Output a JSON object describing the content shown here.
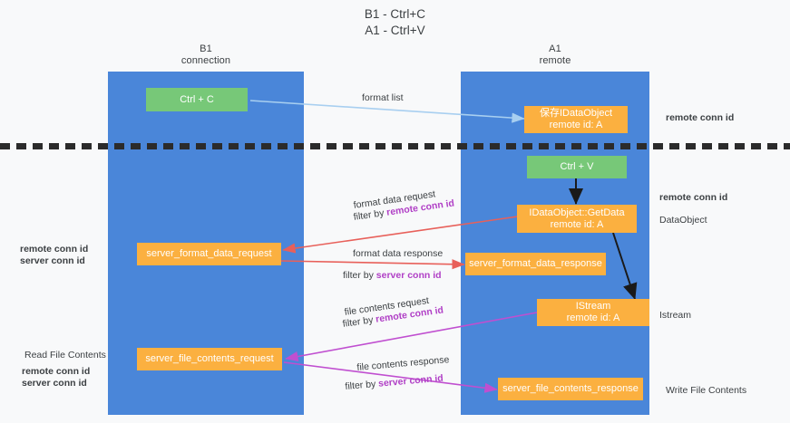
{
  "title": {
    "line1": "B1 - Ctrl+C",
    "line2": "A1 - Ctrl+V"
  },
  "lanes": [
    {
      "name": "B1",
      "sub": "connection"
    },
    {
      "name": "A1",
      "sub": "remote"
    }
  ],
  "nodes": {
    "ctrl_c": {
      "line1": "Ctrl + C",
      "line2": ""
    },
    "save_idataobject": {
      "line1": "保存IDataObject",
      "line2": "remote id: A"
    },
    "ctrl_v": {
      "line1": "Ctrl + V",
      "line2": ""
    },
    "getdata": {
      "line1": "IDataObject::GetData",
      "line2": "remote id: A"
    },
    "server_format_data_request": {
      "line1": "server_format_data_request",
      "line2": ""
    },
    "server_format_data_response": {
      "line1": "server_format_data_response",
      "line2": ""
    },
    "istream": {
      "line1": "IStream",
      "line2": "remote id: A"
    },
    "server_file_contents_request": {
      "line1": "server_file_contents_request",
      "line2": ""
    },
    "server_file_contents_response": {
      "line1": "server_file_contents_response",
      "line2": ""
    }
  },
  "edge_labels": {
    "format_list": "format list",
    "format_data_request": "format data request",
    "format_data_request_filter_pre": "filter by ",
    "format_data_request_filter_kw": "remote conn id",
    "format_data_response": "format data response",
    "format_data_response_filter_pre": "filter by ",
    "format_data_response_filter_kw": "server conn id",
    "file_contents_request": "file contents request",
    "file_contents_request_filter_pre": "filter by ",
    "file_contents_request_filter_kw": "remote conn id",
    "file_contents_response": "file contents response",
    "file_contents_response_filter_pre": "filter by ",
    "file_contents_response_filter_kw": "server conn id"
  },
  "annotations": {
    "right_remote_conn_id_top": "remote conn id",
    "right_remote_conn_id_mid": "remote conn id",
    "right_dataobject": "DataObject",
    "right_istream": "Istream",
    "right_write_file_contents": "Write File Contents",
    "left_remote_conn_id_1": "remote conn id",
    "left_server_conn_id_1": "server conn id",
    "left_read_file_contents": "Read File Contents",
    "left_remote_conn_id_2": "remote conn id",
    "left_server_conn_id_2": "server conn id"
  },
  "colors": {
    "lane": "#4a86d9",
    "green_node": "#77c878",
    "orange_node": "#fbb040",
    "text": "#3c4043",
    "purple": "#b03fc6",
    "green_text": "#57bb63",
    "arrow_blue": "#a8cff0",
    "arrow_red": "#e8605a",
    "arrow_black": "#1a1a1a",
    "arrow_magenta": "#c04fd0",
    "divider": "#2b2b2b",
    "background": "#f8f9fa"
  }
}
